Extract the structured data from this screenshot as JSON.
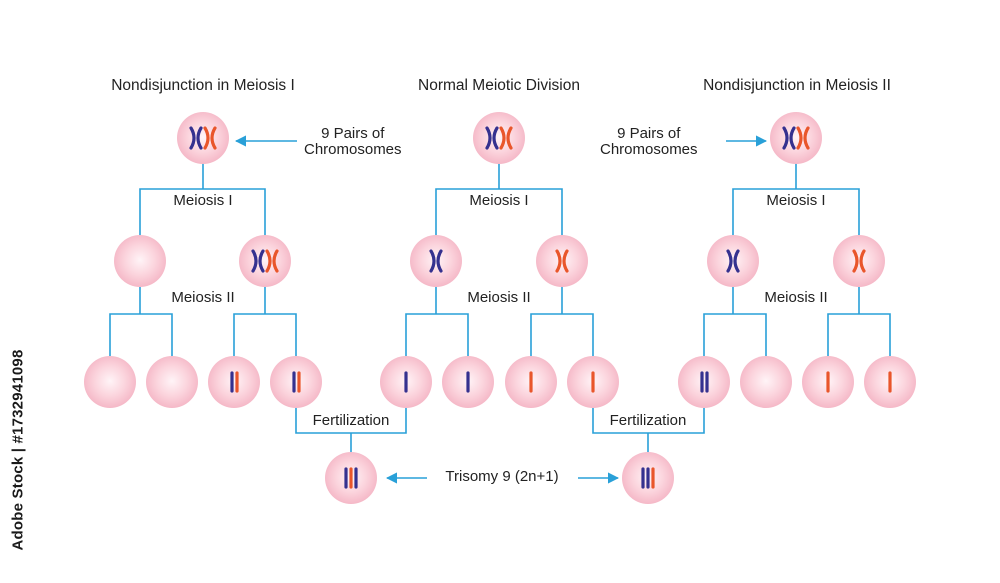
{
  "titles": {
    "left": "Nondisjunction in Meiosis I",
    "middle": "Normal Meiotic Division",
    "right": "Nondisjunction in Meiosis II"
  },
  "labels": {
    "meiosis_1": "Meiosis I",
    "meiosis_2": "Meiosis II",
    "fertilization": "Fertilization",
    "trisomy": "Trisomy 9 (2n+1)",
    "pairs_line1": "9 Pairs of",
    "pairs_line2": "Chromosomes"
  },
  "side_credit": "Adobe Stock | #1732941098",
  "colors": {
    "line": "#29a0d8",
    "cell": "#f9c9d4",
    "chromosome_blue": "#35318f",
    "chromosome_red": "#e9562b"
  }
}
